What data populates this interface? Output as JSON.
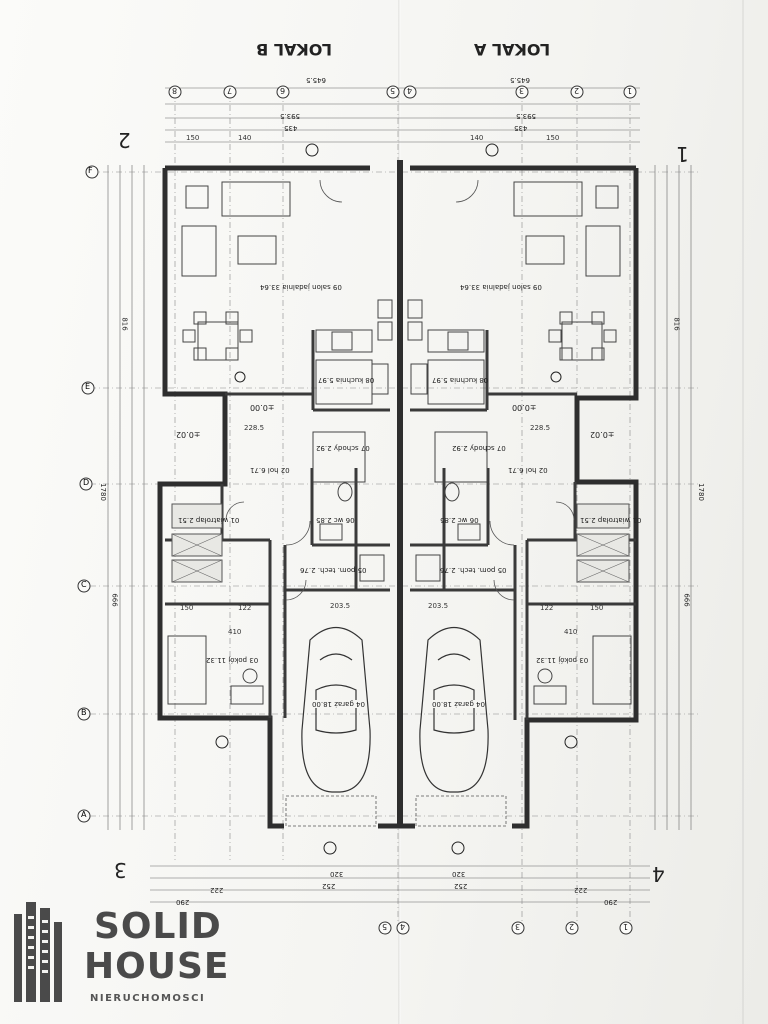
{
  "plan": {
    "unit_left": "LOKAL B",
    "unit_right": "LOKAL A",
    "section_marks": [
      "2",
      "1",
      "3",
      "4"
    ],
    "grid_axes_top": [
      "8",
      "7",
      "6",
      "5",
      "4",
      "3",
      "2",
      "1"
    ],
    "grid_axes_bottom": [
      "5",
      "4",
      "3",
      "2",
      "1"
    ],
    "row_axes": [
      "F",
      "E",
      "D",
      "C",
      "B",
      "A"
    ],
    "level_labels": [
      "±0.00",
      "±0.00",
      "±0.02",
      "±0.02"
    ],
    "rooms_left": [
      {
        "no": "09",
        "name": "salon jadalnia",
        "area": "33.64"
      },
      {
        "no": "08",
        "name": "kuchnia",
        "area": "5.97"
      },
      {
        "no": "07",
        "name": "schody",
        "area": "2.92"
      },
      {
        "no": "02",
        "name": "hol",
        "area": "6.71"
      },
      {
        "no": "01",
        "name": "wiatrołap",
        "area": "2.51"
      },
      {
        "no": "06",
        "name": "wc",
        "area": "2.85"
      },
      {
        "no": "05",
        "name": "pom. tech.",
        "area": "2.76"
      },
      {
        "no": "03",
        "name": "pokój",
        "area": "11.32"
      },
      {
        "no": "04",
        "name": "garaż",
        "area": "18.00"
      }
    ],
    "rooms_right": [
      {
        "no": "09",
        "name": "salon jadalnia",
        "area": "33.64"
      },
      {
        "no": "08",
        "name": "kuchnia",
        "area": "5.97"
      },
      {
        "no": "07",
        "name": "schody",
        "area": "2.92"
      },
      {
        "no": "02",
        "name": "hol",
        "area": "6.71"
      },
      {
        "no": "01",
        "name": "wiatrołap",
        "area": "2.51"
      },
      {
        "no": "06",
        "name": "wc",
        "area": "2.85"
      },
      {
        "no": "05",
        "name": "pom. tech.",
        "area": "2.76"
      },
      {
        "no": "03",
        "name": "pokój",
        "area": "11.32"
      },
      {
        "no": "04",
        "name": "garaż",
        "area": "18.00"
      }
    ],
    "dims_top": [
      "645.5",
      "645.5",
      "593.5",
      "593.5",
      "435",
      "435"
    ],
    "dims_bottom": [
      "320",
      "252",
      "252",
      "320",
      "290",
      "290",
      "222",
      "222"
    ],
    "dims_side": [
      "1780",
      "1780",
      "816",
      "816",
      "666",
      "666"
    ]
  },
  "branding": {
    "line1": "SOLID",
    "line2": "HOUSE",
    "line3": "NIERUCHOMOSCI"
  },
  "colors": {
    "wall": "#3a3a3a",
    "line": "#555555",
    "logo": "#4a4a4a"
  }
}
